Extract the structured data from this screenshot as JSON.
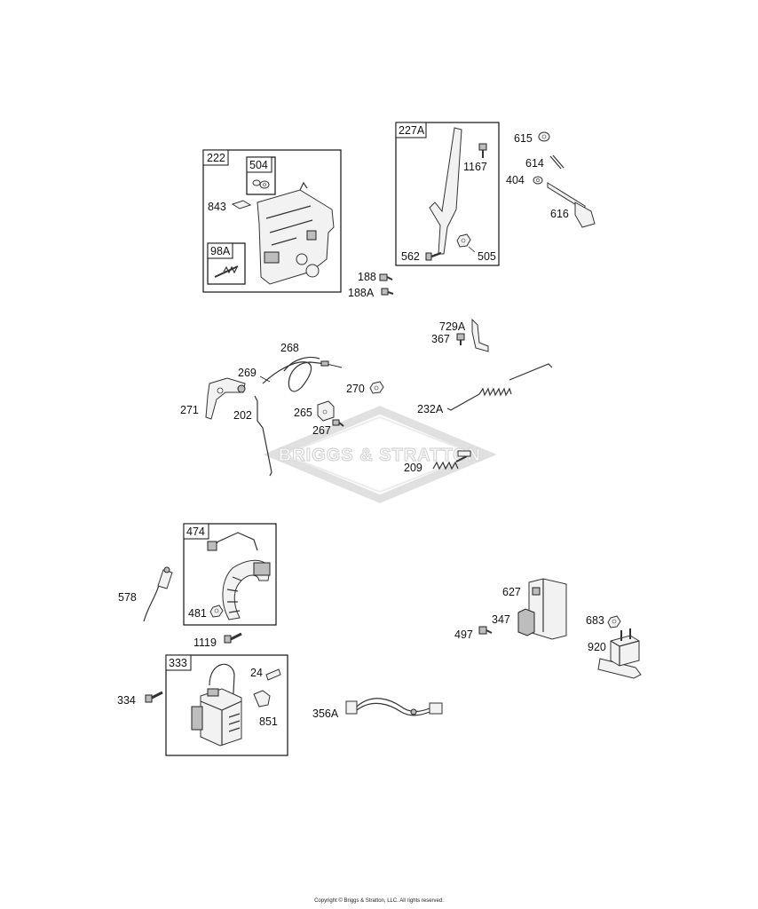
{
  "watermark": {
    "brand": "BRIGGS & STRATTON"
  },
  "copyright": "Copyright © Briggs & Stratton, LLC. All rights reserved.",
  "box_labels": {
    "b222": "222",
    "b504": "504",
    "b98a": "98A",
    "b227a": "227A",
    "b474": "474",
    "b333": "333"
  },
  "labels": {
    "p843": "843",
    "p188": "188",
    "p188a": "188A",
    "p562": "562",
    "p505": "505",
    "p1167": "1167",
    "p615": "615",
    "p614": "614",
    "p404": "404",
    "p616": "616",
    "p729a": "729A",
    "p367": "367",
    "p268": "268",
    "p269": "269",
    "p270": "270",
    "p271": "271",
    "p202": "202",
    "p265": "265",
    "p267": "267",
    "p232a": "232A",
    "p209": "209",
    "p578": "578",
    "p481": "481",
    "p1119": "1119",
    "p334": "334",
    "p24": "24",
    "p851": "851",
    "p356a": "356A",
    "p627": "627",
    "p347": "347",
    "p497": "497",
    "p683": "683",
    "p920": "920"
  }
}
